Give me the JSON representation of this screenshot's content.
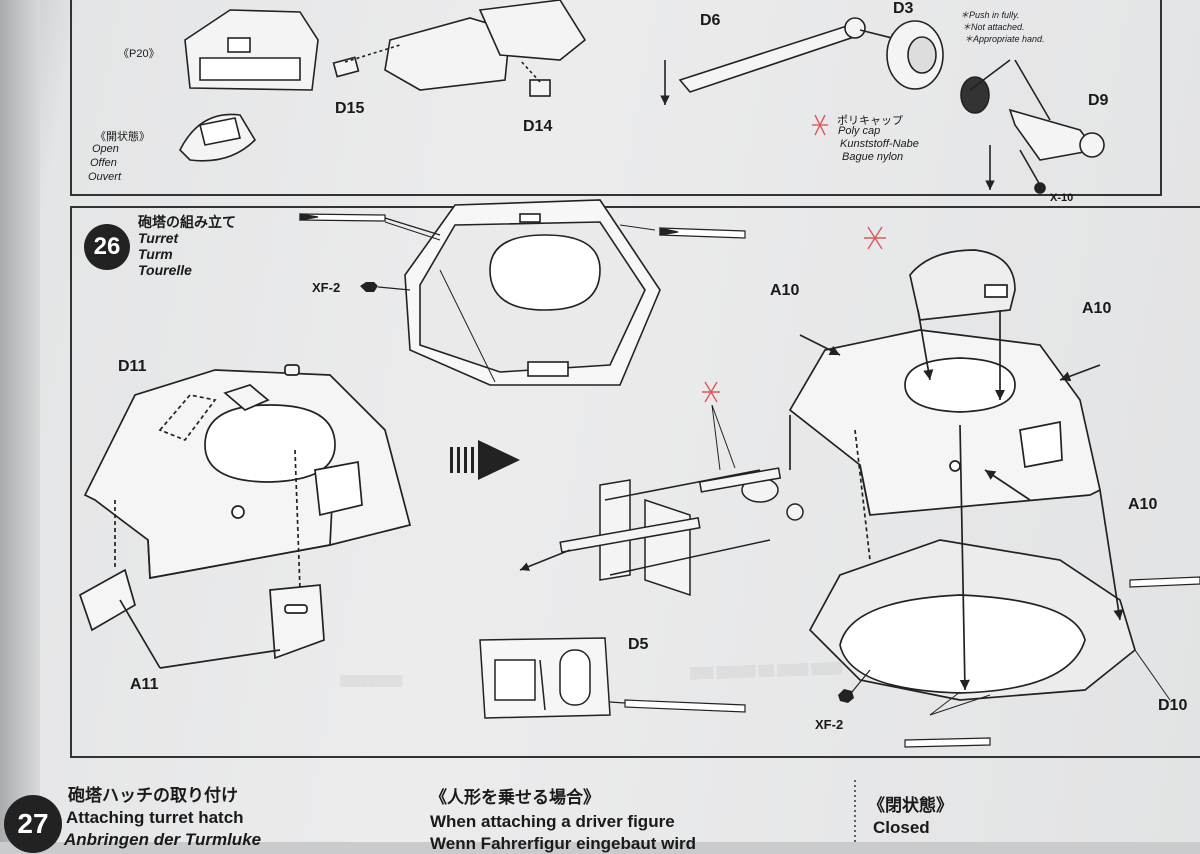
{
  "step26": {
    "number": "26",
    "title_jp": "砲塔の組み立て",
    "title_en": "Turret",
    "title_de": "Turm",
    "title_fr": "Tourelle"
  },
  "top_panel": {
    "parts": [
      "D15",
      "D14",
      "D6",
      "D3",
      "D9",
      "X-10"
    ],
    "p20_label": "《P20》",
    "open_jp": "《開状態》",
    "open_en": "Open",
    "open_de": "Offen",
    "open_fr": "Ouvert",
    "polycap_jp": "ポリキャップ",
    "polycap_en": "Poly cap",
    "polycap_de": "Kunststoff-Nabe",
    "polycap_fr": "Bague nylon",
    "notes": [
      "＊Push in fully.",
      "＊Not attached.",
      "＊Appropriate hand."
    ]
  },
  "step26_parts": {
    "d11": "D11",
    "a11": "A11",
    "a10_1": "A10",
    "a10_2": "A10",
    "a10_3": "A10",
    "d5": "D5",
    "d10": "D10",
    "xf2_1": "XF-2",
    "xf2_2": "XF-2"
  },
  "step27": {
    "number": "27",
    "title_jp": "砲塔ハッチの取り付け",
    "title_en": "Attaching turret hatch",
    "title_de": "Anbringen der Turmluke"
  },
  "driver": {
    "title_jp": "《人形を乗せる場合》",
    "title_en": "When attaching a driver figure",
    "title_de": "Wenn Fahrerfigur eingebaut wird"
  },
  "closed": {
    "title_jp": "《閉状態》",
    "title_en": "Closed"
  },
  "colors": {
    "ink": "#1a1a1a",
    "paper": "#ececed",
    "part_fill": "#f4f4f4"
  }
}
